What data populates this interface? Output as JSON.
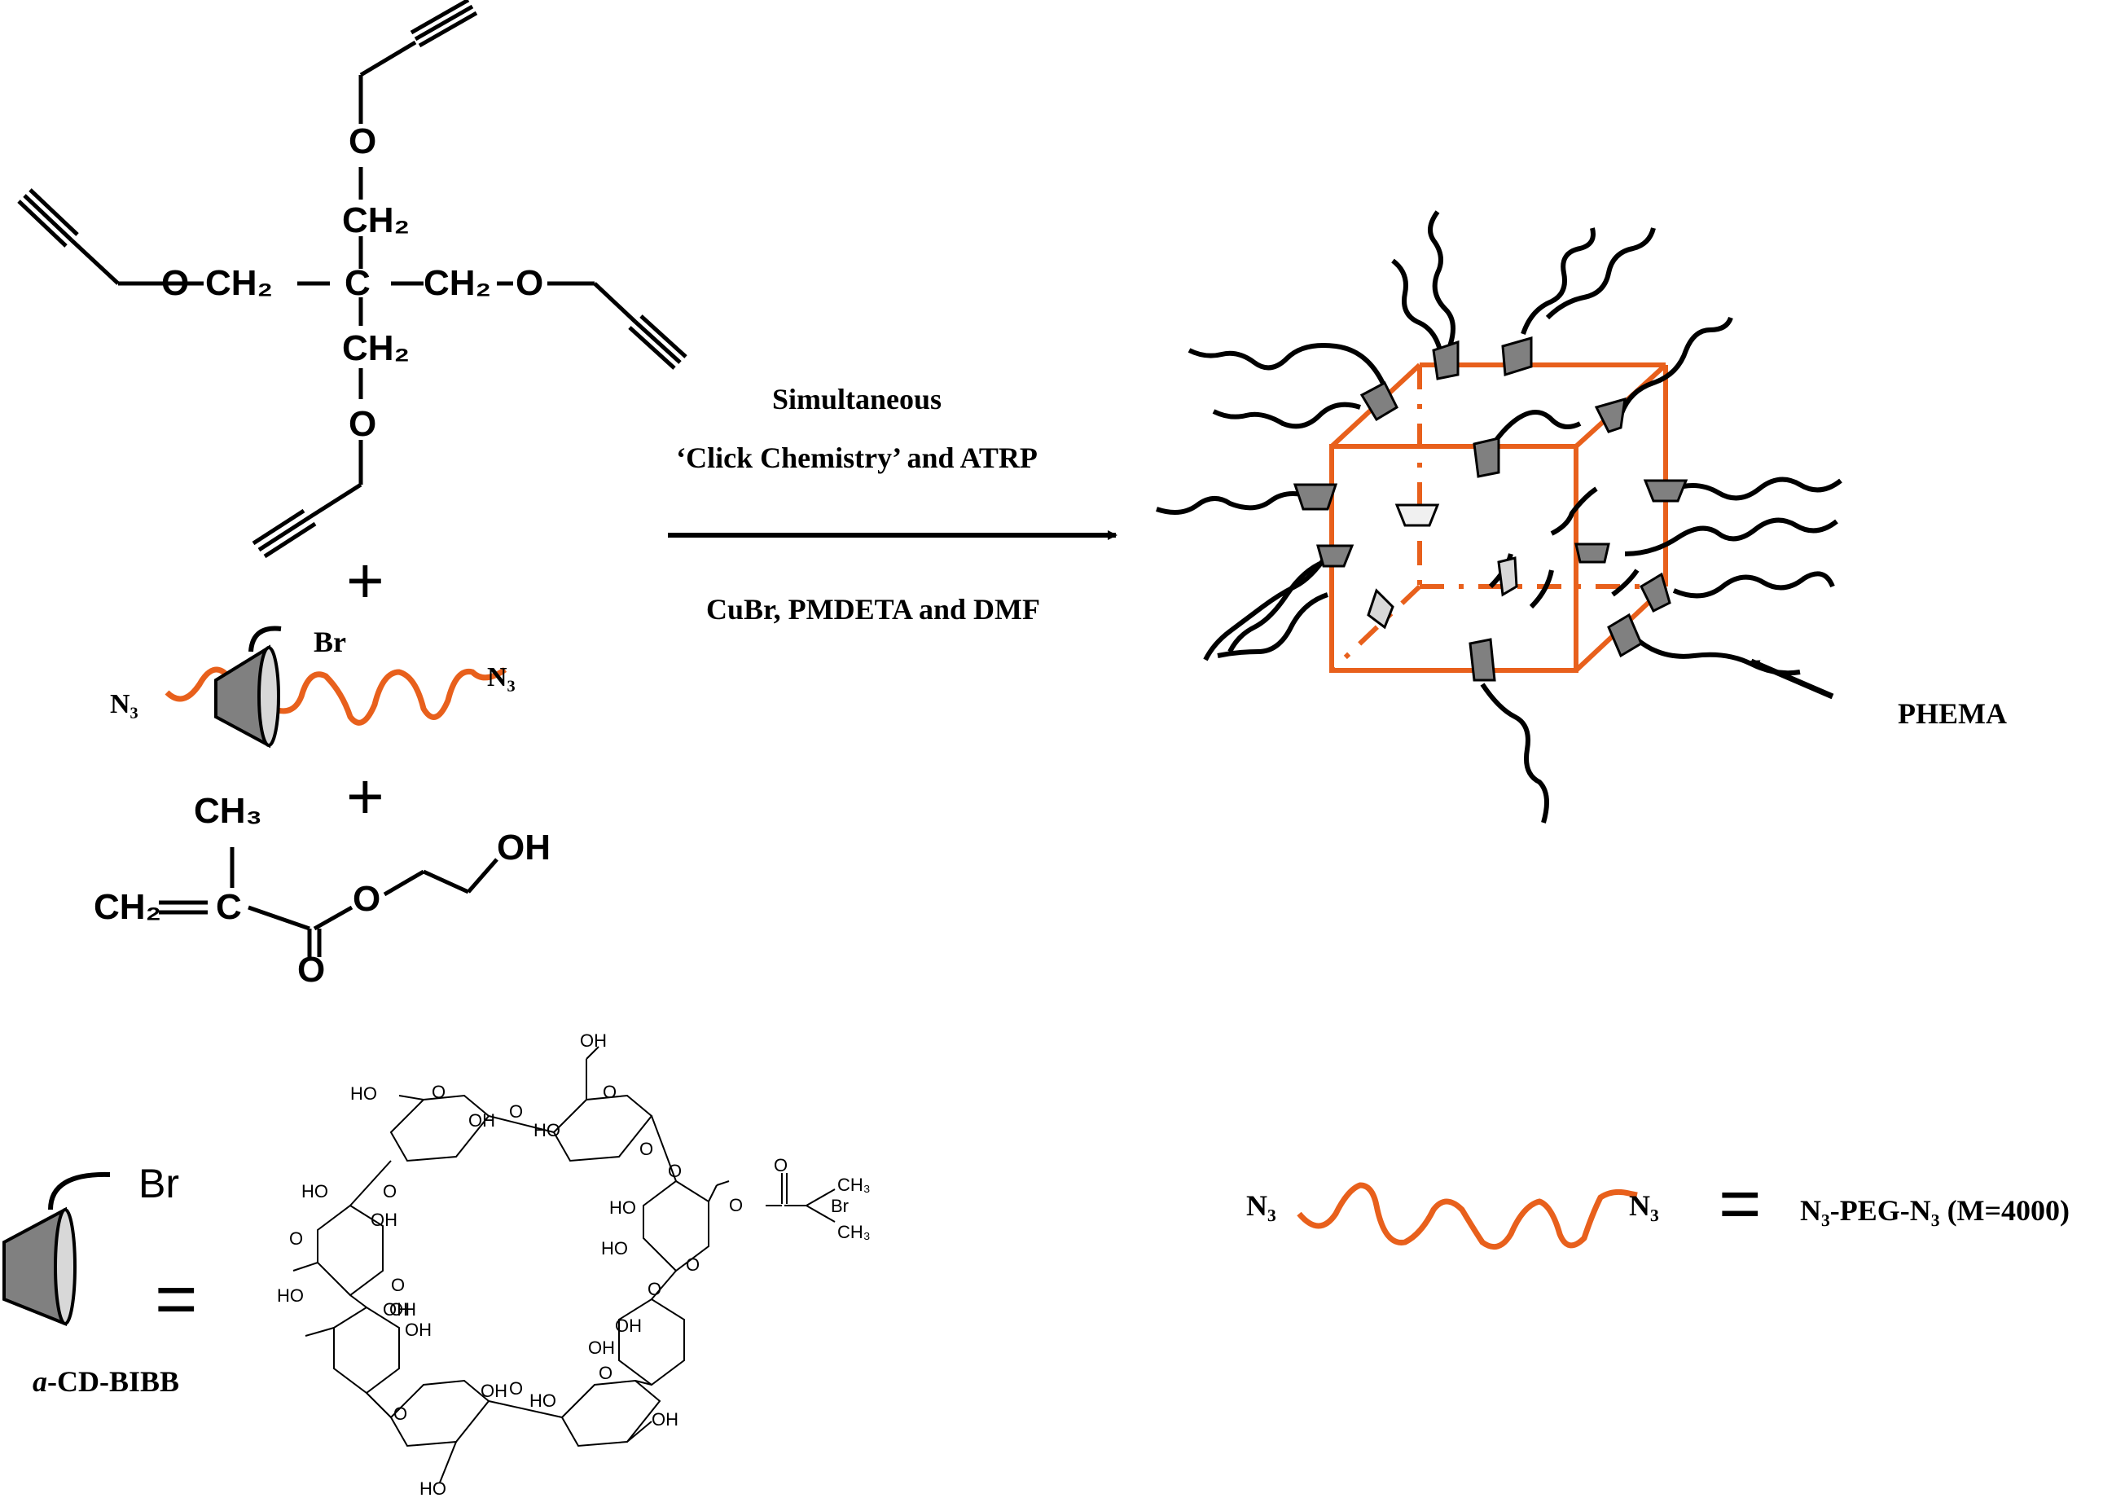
{
  "reaction": {
    "condition_top_1": "Simultaneous",
    "condition_top_2": "‘Click Chemistry’ and ATRP",
    "condition_bottom": "CuBr, PMDETA and DMF"
  },
  "tetra_alkyne": {
    "ch2_top": "CH₂",
    "ch2_bottom": "CH₂",
    "ch2_left": "CH₂",
    "ch2_right": "CH₂",
    "center_c": "C",
    "o_top": "O",
    "o_bottom": "O",
    "o_left": "O",
    "o_right": "O"
  },
  "plus_signs": [
    "+",
    "+"
  ],
  "peg_macroinitiator": {
    "n3_left": "N₃",
    "n3_right": "N₃",
    "br": "Br"
  },
  "hema": {
    "ch3": "CH₃",
    "ch2": "CH₂",
    "c": "C",
    "o_ester": "O",
    "o_carbonyl": "O",
    "oh": "OH"
  },
  "product": {
    "label": "PHEMA"
  },
  "legend_cd": {
    "br": "Br",
    "equals": "=",
    "name_italic": "a",
    "name_rest": "-CD-BIBB"
  },
  "cyclodextrin": {
    "oh": "HO",
    "oh_r": "OH",
    "ch3": "CH₃",
    "br": "Br",
    "o": "O"
  },
  "legend_peg": {
    "n3_left": "N₃",
    "n3_right": "N₃",
    "equals": "=",
    "label": "N₃-PEG-N₃ (M=4000)"
  },
  "colors": {
    "peg_orange": "#E8601C",
    "cone_fill": "#808080",
    "cone_face": "#d8d8d8",
    "ink": "#000000"
  }
}
